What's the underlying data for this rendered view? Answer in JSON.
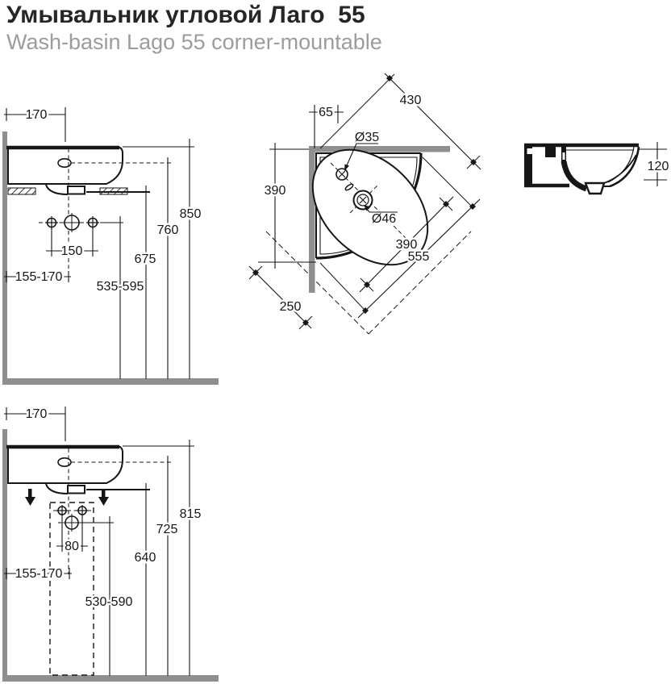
{
  "header": {
    "title": "Умывальник угловой Лаго  55",
    "subtitle": "Wash-basin Lago 55 corner-mountable"
  },
  "colors": {
    "line": "#161616",
    "wall_gray": "#8f8f8f",
    "subtitle_gray": "#9c9c9c"
  },
  "views": {
    "side_top": {
      "label": "side view, wall mounted",
      "dims": {
        "tap_width": "170",
        "rim_height": "850",
        "overflow_height": "760",
        "drain_height": "675",
        "holes_height": "535-595",
        "holes_spacing": "150",
        "trap_offset": "155-170"
      }
    },
    "plan": {
      "label": "top view, corner installation",
      "dims": {
        "edge_length": "430",
        "tap_offset": "65",
        "tap_hole_dia": "Ø35",
        "side_depth": "390",
        "drain_dia": "Ø46",
        "bowl_diag": "390",
        "rim_diag": "555",
        "corner_diag": "250"
      }
    },
    "section": {
      "label": "cross section",
      "dims": {
        "bowl_depth": "120"
      }
    },
    "side_bottom": {
      "label": "side view, mounting holes variant",
      "dims": {
        "tap_width": "170",
        "rim_height": "815",
        "overflow_height": "725",
        "drain_height": "640",
        "holes_spacing": "80",
        "trap_offset": "155-170",
        "holes_height": "530-590"
      }
    }
  }
}
